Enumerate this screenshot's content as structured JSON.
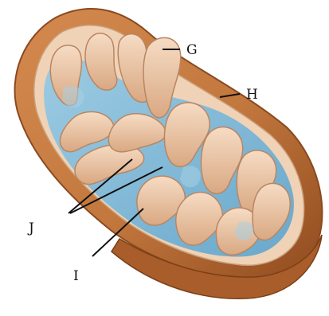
{
  "figure": {
    "labels": {
      "G": "G",
      "H": "H",
      "I": "I",
      "J": "J"
    },
    "colors": {
      "outer_membrane": "#c77a3e",
      "outer_membrane_dark": "#9b5424",
      "inner_membrane": "#edc7a6",
      "inner_membrane_shade": "#d8a884",
      "matrix": "#7fb5d3",
      "matrix_light": "#a7cfe4",
      "leader_line": "#111111"
    }
  }
}
